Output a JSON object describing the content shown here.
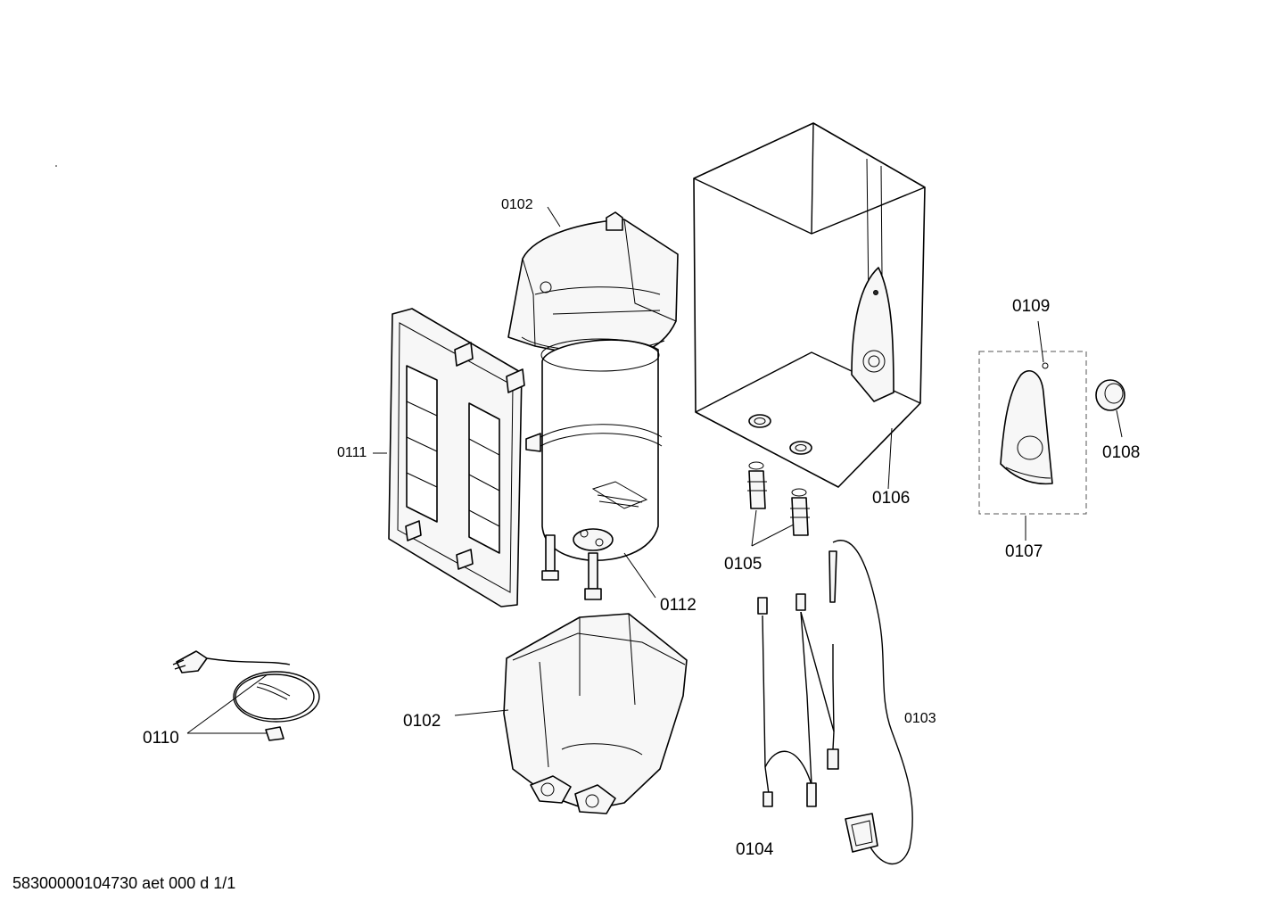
{
  "diagram": {
    "labels": {
      "p0102_top": "0102",
      "p0102_bottom": "0102",
      "p0103": "0103",
      "p0104": "0104",
      "p0105": "0105",
      "p0106": "0106",
      "p0107": "0107",
      "p0108": "0108",
      "p0109": "0109",
      "p0110": "0110",
      "p0111": "0111",
      "p0112": "0112"
    }
  },
  "footer": {
    "drawing_id": "58300000104730 aet 000 d 1/1"
  }
}
